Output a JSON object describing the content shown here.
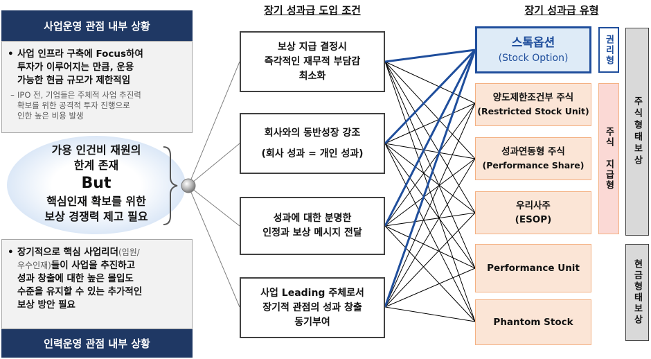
{
  "left": {
    "top_header": "사업운영 관점 내부 상황",
    "top_bullet_lines": [
      "사업 인프라 구축에 Focus하여",
      "투자가 이루어지는 만큼, 운용",
      "가능한 현금 규모가 제한적임"
    ],
    "top_sub_lines": [
      "IPO 전, 기업들은 주체적 사업 추진력",
      "확보를 위한 공격적 투자 진행으로",
      "인한 높은 비용 발생"
    ],
    "center_line1": "가용 인건비 재원의",
    "center_line2": "한계 존재",
    "center_but": "But",
    "center_line3": "핵심인재 확보를 위한",
    "center_line4": "보상 경쟁력 제고 필요",
    "bottom_bullet_line1_bold": "장기적으로 핵심 사업리더",
    "bottom_bullet_line1_light": "(임원/",
    "bottom_bullet_line2_light": "우수인재)",
    "bottom_bullet_line2_bold": "들이 사업을 추진하고",
    "bottom_bullet_lines_rest": [
      "성과 창출에 대한 높은 몰입도",
      "수준을 유지할 수 있는 추가적인",
      "보상 방안 필요"
    ],
    "bottom_header": "인력운영 관점 내부 상황"
  },
  "conditions": {
    "title": "장기 성과급 도입 조건",
    "items": [
      {
        "line1": "보상 지급 결정시",
        "line2": "즉각적인 재무적 부담감",
        "line3": "최소화"
      },
      {
        "line1": "회사와의 동반성장 강조",
        "line2": "(회사 성과 = 개인 성과)",
        "line3": ""
      },
      {
        "line1": "성과에 대한 분명한",
        "line2": "인정과 보상 메시지 전달",
        "line3": ""
      },
      {
        "line1": "사업 Leading 주체로서",
        "line2": "장기적 관점의 성과 창출",
        "line3": "동기부여"
      }
    ]
  },
  "types": {
    "title": "장기 성과급 유형",
    "stock_option": {
      "main": "스톡옵션",
      "sub": "(Stock Option)"
    },
    "items": [
      {
        "line1": "양도제한조건부 주식",
        "line2": "(Restricted Stock Unit)"
      },
      {
        "line1": "성과연동형 주식",
        "line2": "(Performance Share)"
      },
      {
        "line1": "우리사주",
        "line2": "(ESOP)"
      },
      {
        "line1": "Performance Unit",
        "line2": ""
      },
      {
        "line1": "Phantom Stock",
        "line2": ""
      }
    ],
    "group_right": "권리형",
    "group_stock": "주식 지급형",
    "group_stock_form": "주식형태보상",
    "group_cash_form": "현금형태보상"
  },
  "colors": {
    "navy": "#1f3864",
    "highlight_blue": "#1f4e9c",
    "peach_fill": "#fbe5d6",
    "peach_border": "#f4b183",
    "pink_fill": "#fbd9d5",
    "gray_fill": "#d9d9d9"
  }
}
